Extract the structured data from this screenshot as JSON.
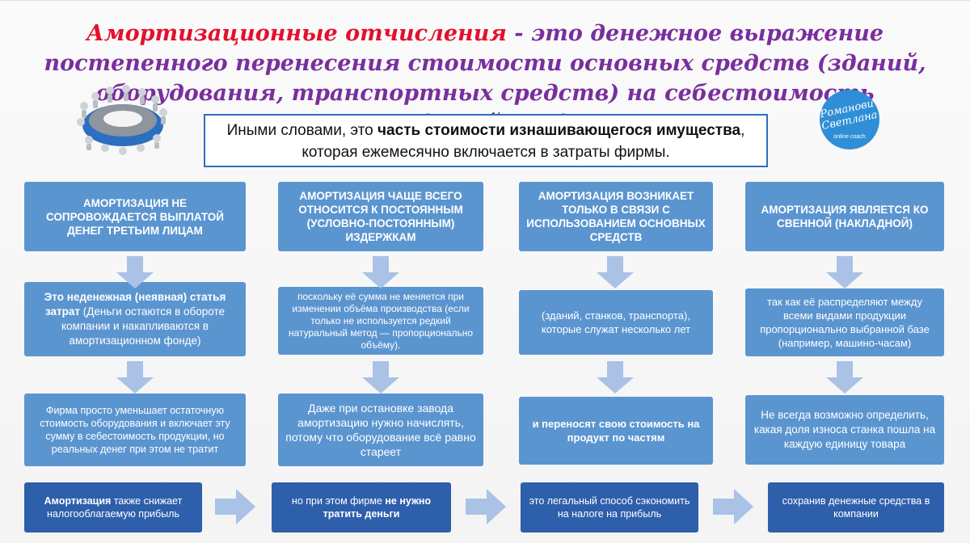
{
  "header": {
    "title_accent": "Амортизационные отчисления",
    "title_rest": " - это денежное выражение постепенного перенесения стоимости основных средств (зданий, оборудования, транспортных средств) на себестоимость производимой продукции."
  },
  "logo": {
    "line1": "Романович",
    "line2": "Светлана",
    "line3": "online coach"
  },
  "subtitle": {
    "pre": "Иными словами, это ",
    "bold": "часть стоимости изнашивающегося имущества",
    "post": ", которая ежемесячно включается в затраты фирмы."
  },
  "columns": [
    {
      "top": "АМОРТИЗАЦИЯ НЕ СОПРОВОЖДАЕТСЯ ВЫПЛАТОЙ ДЕНЕГ ТРЕТЬИМ ЛИЦАМ",
      "mid_bold": "Это неденежная (неявная) статья затрат",
      "mid_rest": " (Деньги остаются в обороте компании и накапливаются в амортизационном фонде)",
      "low": "Фирма просто уменьшает остаточную стоимость оборудования и включает эту сумму в себестоимость продукции, но реальных денег при этом не тратит",
      "bottom_bold": "Амортизация",
      "bottom_rest": " также снижает налогооблагаемую прибыль"
    },
    {
      "top": "АМОРТИЗАЦИЯ ЧАЩЕ ВСЕГО ОТНОСИТСЯ К ПОСТОЯННЫМ (УСЛОВНО-ПОСТОЯННЫМ) ИЗДЕРЖКАМ",
      "mid": "поскольку её сумма не меняется при изменении объёма производства (если только не используется редкий натуральный метод — пропорционально объёму).",
      "low": "Даже при остановке завода амортизацию нужно начислять, потому что оборудование всё равно стареет",
      "bottom_pre": "но при этом фирме ",
      "bottom_bold": "не нужно тратить деньги"
    },
    {
      "top": "АМОРТИЗАЦИЯ ВОЗНИКАЕТ ТОЛЬКО В СВЯЗИ С ИСПОЛЬЗОВАНИЕМ ОСНОВНЫХ СРЕДСТВ",
      "mid": "(зданий, станков, транспорта), которые служат несколько лет",
      "low_bold": "и переносят свою стоимость на продукт по частям",
      "bottom": "это легальный способ сэкономить на налоге на прибыль"
    },
    {
      "top": "АМОРТИЗАЦИЯ ЯВЛЯЕТСЯ КО СВЕННОЙ (НАКЛАДНОЙ)",
      "mid": "так как её распределяют между всеми видами продукции пропорционально выбранной базе (например, машино-часам)",
      "low": "Не всегда возможно определить, какая доля износа станка пошла на каждую единицу товара",
      "bottom": "сохранив денежные средства в компании"
    }
  ],
  "colors": {
    "title_purple": "#7a2e9e",
    "title_red": "#e4102b",
    "box_light": "#5b95d0",
    "box_dark": "#2d5fab",
    "arrow": "#a9c2e6"
  }
}
